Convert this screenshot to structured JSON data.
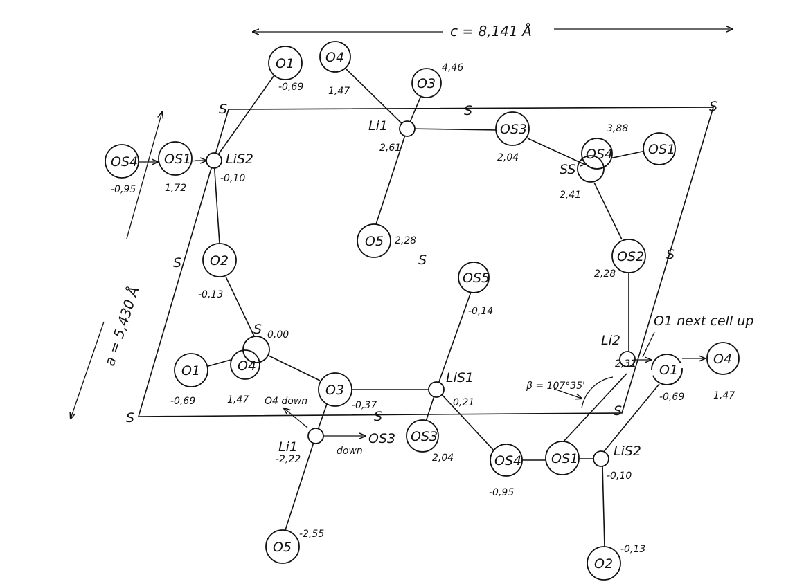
{
  "dimensions": {
    "c": "c = 8,141 Å",
    "a": "a = 5,430 Å",
    "beta": "β = 107°35'"
  },
  "atoms": {
    "o1_top": "O1",
    "o4_top": "O4",
    "o3_top": "O3",
    "os4_left": "OS4",
    "os1_left": "OS1",
    "lis2_left": "LiS2",
    "li1_top": "Li1",
    "os3_top": "OS3",
    "os4_right": "OS4",
    "os1_right": "OS1",
    "ss": "SS",
    "o5_mid": "O5",
    "o2_left": "O2",
    "os2_right": "OS2",
    "os5": "OS5",
    "s_mid": "S",
    "o1_bl": "O1",
    "o4_bl": "O4",
    "o3_mid": "O3",
    "lis1": "LiS1",
    "li2": "Li2",
    "o1_br": "O1",
    "o4_br": "O4",
    "li1_bottom": "Li1",
    "os3_bottom": "OS3",
    "os4_bottom": "OS4",
    "os1_bottom": "OS1",
    "lis2_bottom": "LiS2",
    "o5_bottom": "O5",
    "o2_bottom": "O2"
  },
  "values": {
    "o1_top": "-0,69",
    "o4_top": "1,47",
    "o3_top": "4,46",
    "li1_top": "2,61",
    "os3_top": "2,04",
    "os4_right": "3,88",
    "ss": "2,41",
    "os4_left": "-0,95",
    "os1_left": "1,72",
    "lis2_left": "-0,10",
    "o5_mid": "2,28",
    "o2_left": "-0,13",
    "os2_right": "2,28",
    "os5": "-0,14",
    "s_mid": "0,00",
    "li2": "2,31",
    "o1_bl": "-0,69",
    "o4_bl": "1,47",
    "o3_mid": "-0,37",
    "lis1": "0,21",
    "o1_br": "-0,69",
    "o4_br": "1,47",
    "li1_bottom": "-2,22",
    "os3_bottom": "2,04",
    "os4_bottom": "-0,95",
    "lis2_bottom": "-0,10",
    "o5_bottom": "-2,55",
    "o2_bottom": "-0,13"
  },
  "annotations": {
    "o1_next_cell_up": "O1 next cell up",
    "o4_down": "O4 down",
    "os3_down_target": "OS3",
    "down": "down"
  },
  "cell_corner_label": "S"
}
